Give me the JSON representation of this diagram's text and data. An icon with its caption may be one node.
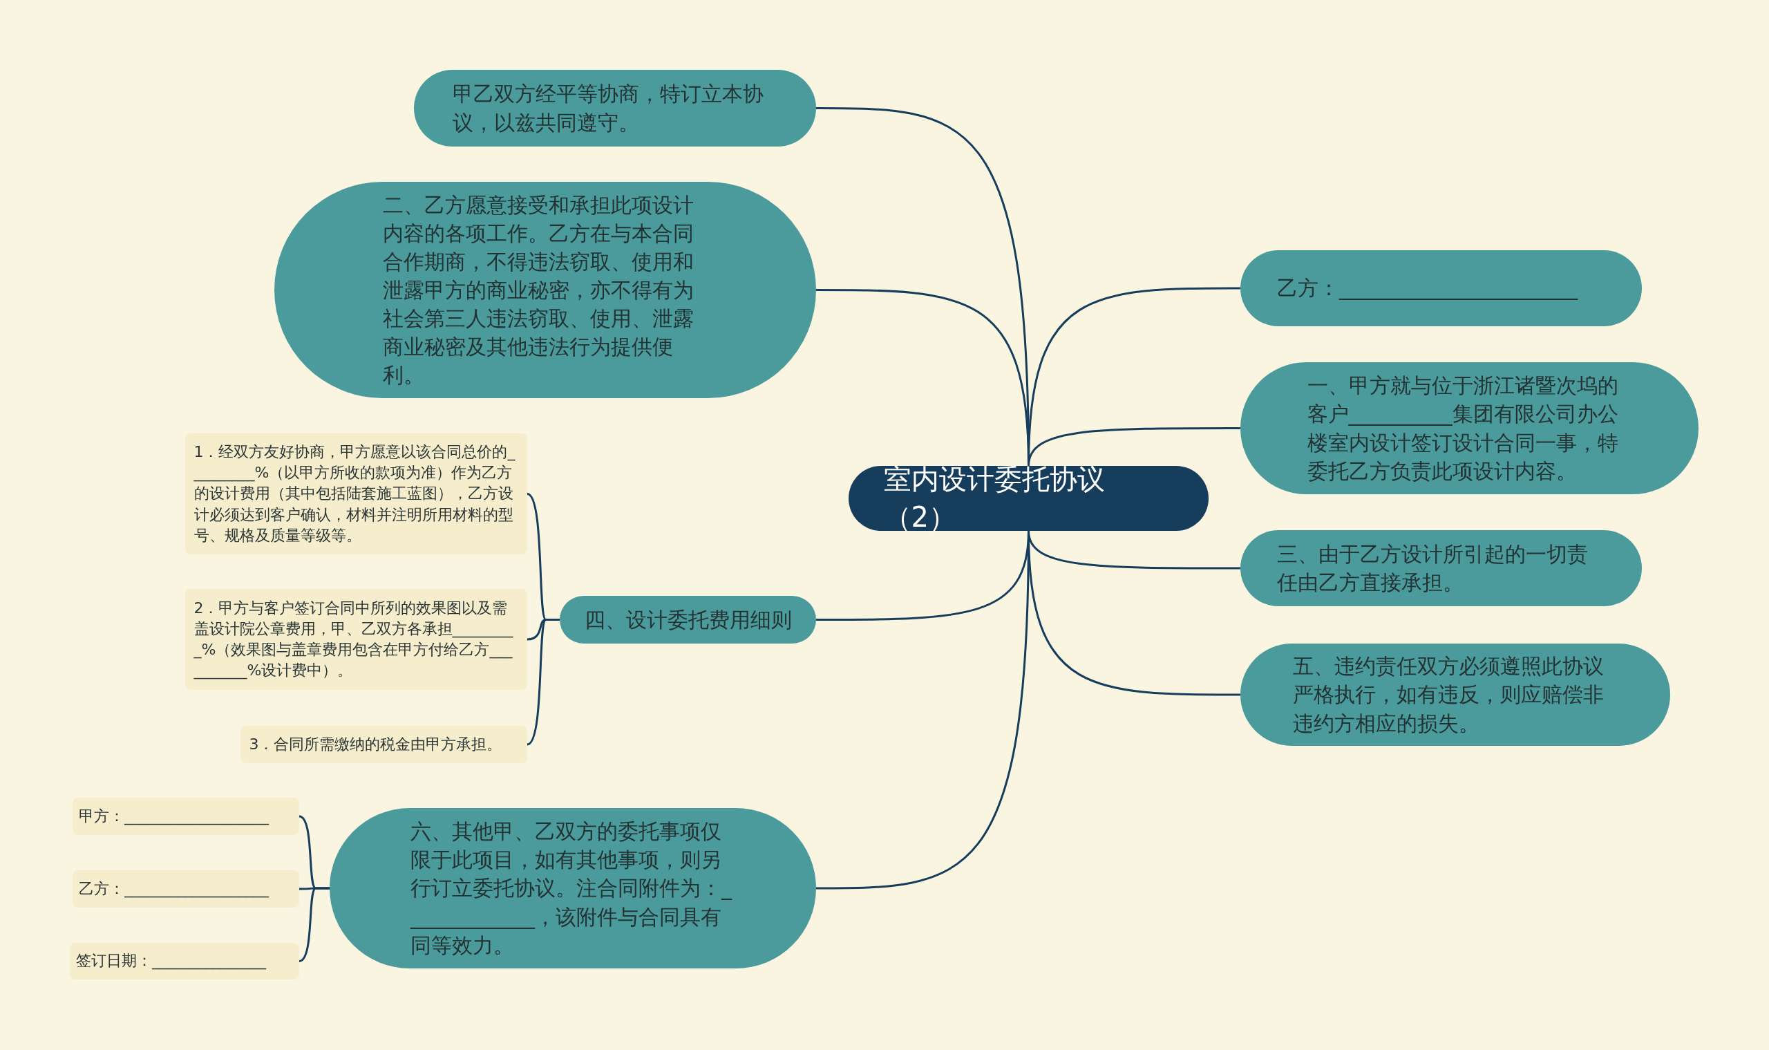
{
  "diagram": {
    "nodes": [
      {
        "text": [
          "室内设计委托协议（2）"
        ]
      },
      {
        "text": [
          "甲乙双方经平等协商，特订立本协议，以兹共同遵守。"
        ]
      },
      {
        "text": [
          "二、乙方愿意接受和承担此项设计内容的各项工作。乙方在与本合同合作期商，不得违法窃取、使用和泄露甲方的商业秘密，亦不得有为社会第三人违法窃取、使用、泄露商业秘密及其他违法行为提供便利。"
        ]
      },
      {
        "text": [
          "四、设计委托费用细则"
        ]
      },
      {
        "text": [
          "1．经双方友好协商，甲方愿意以该合同总价的_________%（以甲方所收的款项为准）作为乙方的设计费用（其中包括陆套施工蓝图），乙方设计必须达到客户确认，材料并注明所用材料的型号、规格及质量等级等。"
        ]
      },
      {
        "text": [
          "2．甲方与客户签订合同中所列的效果图以及需盖设计院公章费用，甲、乙双方各承担_________%（效果图与盖章费用包含在甲方付给乙方__________%设计费中）。"
        ]
      },
      {
        "text": [
          "3．合同所需缴纳的税金由甲方承担。"
        ]
      },
      {
        "text": [
          "六、其他甲、乙双方的委托事项仅限于此项目，如有其他事项，则另行订立委托协议。注合同附件为：_____________，该附件与合同具有同等效力。"
        ]
      },
      {
        "text": [
          "甲方：___________________"
        ]
      },
      {
        "text": [
          "乙方：___________________"
        ]
      },
      {
        "text": [
          "签订日期：_______________"
        ]
      },
      {
        "text": [
          "乙方：_______________________"
        ]
      },
      {
        "text": [
          "一、甲方就与位于浙江诸暨次坞的客户__________集团有限公司办公楼室内设计签订设计合同一事，特委托乙方负责此项设计内容。"
        ]
      },
      {
        "text": [
          "三、由于乙方设计所引起的一切责任由乙方直接承担。"
        ]
      },
      {
        "text": [
          "五、违约责任双方必须遵照此协议严格执行，如有违反，则应赔偿非违约方相应的损失。"
        ]
      }
    ],
    "edges": [
      {
        "from": 0,
        "to": 1,
        "arrow": "none"
      },
      {
        "from": 0,
        "to": 2,
        "arrow": "none"
      },
      {
        "from": 0,
        "to": 3,
        "arrow": "none"
      },
      {
        "from": 3,
        "to": 4,
        "arrow": "none"
      },
      {
        "from": 3,
        "to": 5,
        "arrow": "none"
      },
      {
        "from": 3,
        "to": 6,
        "arrow": "none"
      },
      {
        "from": 0,
        "to": 7,
        "arrow": "none"
      },
      {
        "from": 7,
        "to": 8,
        "arrow": "none"
      },
      {
        "from": 7,
        "to": 9,
        "arrow": "none"
      },
      {
        "from": 7,
        "to": 10,
        "arrow": "none"
      },
      {
        "from": 0,
        "to": 11,
        "arrow": "none"
      },
      {
        "from": 0,
        "to": 12,
        "arrow": "none"
      },
      {
        "from": 0,
        "to": 13,
        "arrow": "none"
      },
      {
        "from": 0,
        "to": 14,
        "arrow": "none"
      }
    ]
  }
}
